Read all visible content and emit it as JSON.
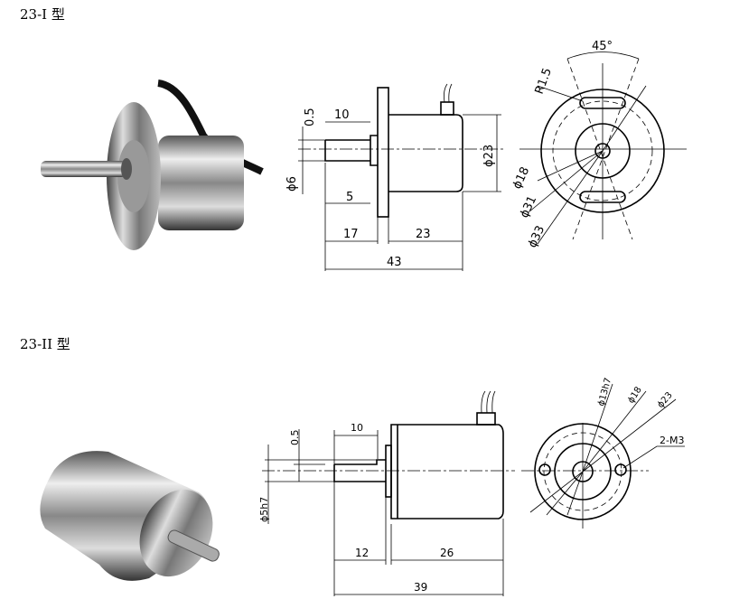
{
  "models": [
    {
      "title": "23-I 型",
      "dimensions": {
        "step": "0.5",
        "shaft_length": "10",
        "shaft_diameter": "ϕ6",
        "flat": "5",
        "front_length": "17",
        "body_length": "23",
        "total_length": "43",
        "body_diameter": "ϕ23",
        "slot_angle": "45°",
        "slot_radius": "R1.5",
        "hub_diameter": "ϕ18",
        "slot_circle": "ϕ31",
        "flange_diameter": "ϕ33"
      }
    },
    {
      "title": "23-II 型",
      "dimensions": {
        "step": "0.5",
        "shaft_length": "10",
        "shaft_diameter": "ϕ5h7",
        "front_length": "12",
        "body_length": "26",
        "total_length": "39",
        "pilot_diameter": "ϕ13h7",
        "hole_circle": "ϕ18",
        "body_diameter": "ϕ23",
        "holes": "2-M3"
      }
    }
  ]
}
